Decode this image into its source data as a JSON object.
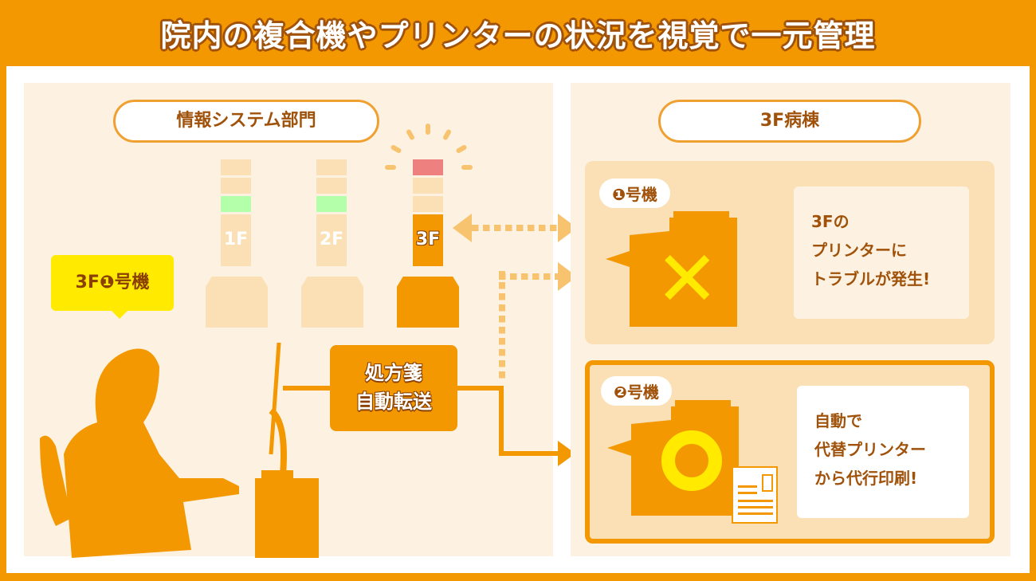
{
  "title": "院内の複合機やプリンターの状況を視覚で一元管理",
  "left_panel": {
    "header": "情報システム部門",
    "towers": [
      {
        "label": "1F",
        "status": "normal",
        "light_color": "#b3ffaa"
      },
      {
        "label": "2F",
        "status": "normal",
        "light_color": "#b3ffaa"
      },
      {
        "label": "3F",
        "status": "alert",
        "light_color": "#ef8080"
      }
    ],
    "user_bubble": "3F❶号機",
    "transfer_label_line1": "処方箋",
    "transfer_label_line2": "自動転送"
  },
  "right_panel": {
    "header": "3F病棟",
    "machines": [
      {
        "tag": "❶号機",
        "status": "error",
        "mark": "✕",
        "message_lines": [
          "3Fの",
          "プリンターに",
          "トラブルが発生!"
        ]
      },
      {
        "tag": "❷号機",
        "status": "ok",
        "mark": "○",
        "message_lines": [
          "自動で",
          "代替プリンター",
          "から代行印刷!"
        ]
      }
    ]
  },
  "colors": {
    "brand_orange": "#f39800",
    "dark_brown": "#a0520a",
    "cream": "#fdf2e1",
    "light_orange": "#fae0b4",
    "highlight_yellow": "#ffea00"
  }
}
